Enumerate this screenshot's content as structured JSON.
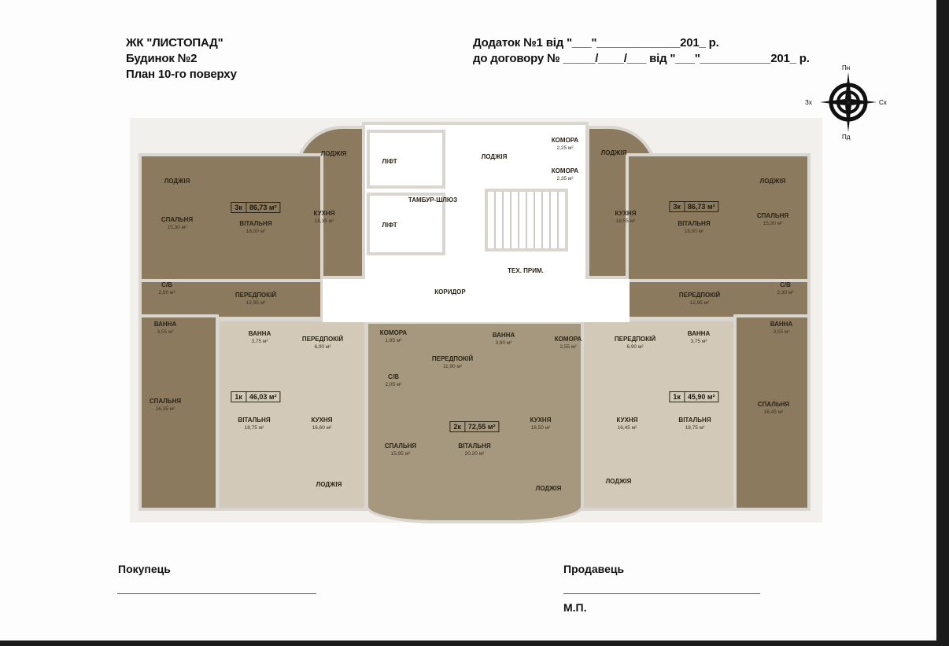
{
  "header": {
    "left": [
      "ЖК \"ЛИСТОПАД\"",
      "Будинок №2",
      "План 10-го поверху"
    ],
    "right": [
      "Додаток №1 від \"___\"_____________201_ р.",
      "до договору № _____/____/___ від \"___\"___________201_ р."
    ]
  },
  "compass": {
    "north": "Пн",
    "south": "Пд",
    "west": "Зх",
    "east": "Сх"
  },
  "plan": {
    "rooms": [
      {
        "name": "ЛОДЖІЯ",
        "area": ""
      },
      {
        "name": "СПАЛЬНЯ",
        "area": "15,30 м²"
      },
      {
        "name": "ВІТАЛЬНЯ",
        "area": "18,00 м²"
      },
      {
        "name": "ЛОДЖІЯ",
        "area": ""
      },
      {
        "name": "КУХНЯ",
        "area": "18,35 м²"
      },
      {
        "name": "С/В",
        "area": "2,50 м²"
      },
      {
        "name": "ПЕРЕДПОКІЙ",
        "area": "12,95 м²"
      },
      {
        "name": "ВАННА",
        "area": "3,55 м²"
      },
      {
        "name": "СПАЛЬНЯ",
        "area": "16,35 м²"
      },
      {
        "name": "ВАННА",
        "area": "3,75 м²"
      },
      {
        "name": "ПЕРЕДПОКІЙ",
        "area": "6,90 м²"
      },
      {
        "name": "ВІТАЛЬНЯ",
        "area": "18,75 м²"
      },
      {
        "name": "КУХНЯ",
        "area": "16,60 м²"
      },
      {
        "name": "ЛОДЖІЯ",
        "area": ""
      },
      {
        "name": "ЛІФТ",
        "area": ""
      },
      {
        "name": "ЛІФТ",
        "area": ""
      },
      {
        "name": "ТАМБУР-ШЛЮЗ",
        "area": ""
      },
      {
        "name": "ЛОДЖІЯ",
        "area": ""
      },
      {
        "name": "КОМОРА",
        "area": "2,25 м²"
      },
      {
        "name": "КОМОРА",
        "area": "2,35 м²"
      },
      {
        "name": "ТЕХ. ПРИМ.",
        "area": ""
      },
      {
        "name": "КОРИДОР",
        "area": ""
      },
      {
        "name": "КОМОРА",
        "area": "1,95 м²"
      },
      {
        "name": "ПЕРЕДПОКІЙ",
        "area": "11,90 м²"
      },
      {
        "name": "С/В",
        "area": "2,05 м²"
      },
      {
        "name": "СПАЛЬНЯ",
        "area": "15,95 м²"
      },
      {
        "name": "ВІТАЛЬНЯ",
        "area": "20,20 м²"
      },
      {
        "name": "ВАННА",
        "area": "3,90 м²"
      },
      {
        "name": "КОМОРА",
        "area": "2,55 м²"
      },
      {
        "name": "КУХНЯ",
        "area": "18,50 м²"
      },
      {
        "name": "ЛОДЖІЯ",
        "area": ""
      },
      {
        "name": "ПЕРЕДПОКІЙ",
        "area": "6,90 м²"
      },
      {
        "name": "ВАННА",
        "area": "3,75 м²"
      },
      {
        "name": "ВІТАЛЬНЯ",
        "area": "18,75 м²"
      },
      {
        "name": "КУХНЯ",
        "area": "16,45 м²"
      },
      {
        "name": "ЛОДЖІЯ",
        "area": ""
      },
      {
        "name": "ЛОДЖІЯ",
        "area": ""
      },
      {
        "name": "КУХНЯ",
        "area": "18,55 м²"
      },
      {
        "name": "ВІТАЛЬНЯ",
        "area": "18,00 м²"
      },
      {
        "name": "ЛОДЖІЯ",
        "area": ""
      },
      {
        "name": "СПАЛЬНЯ",
        "area": "15,30 м²"
      },
      {
        "name": "ПЕРЕДПОКІЙ",
        "area": "12,95 м²"
      },
      {
        "name": "С/В",
        "area": "2,30 м²"
      },
      {
        "name": "ВАННА",
        "area": "3,55 м²"
      },
      {
        "name": "СПАЛЬНЯ",
        "area": "16,45 м²"
      }
    ],
    "badges": [
      {
        "type": "3к",
        "area": "86,73 м²"
      },
      {
        "type": "1к",
        "area": "46,03 м²"
      },
      {
        "type": "2к",
        "area": "72,55 м²"
      },
      {
        "type": "1к",
        "area": "45,90 м²"
      },
      {
        "type": "3к",
        "area": "86,73 м²"
      }
    ]
  },
  "signatures": {
    "buyer": "Покупець",
    "seller": "Продавець",
    "stamp": "М.П."
  }
}
